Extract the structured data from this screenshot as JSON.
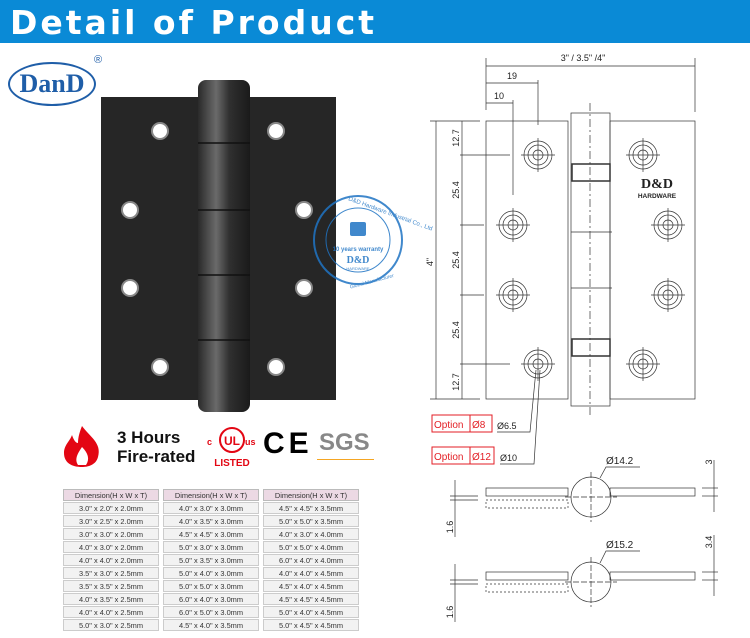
{
  "header": {
    "title": "Detail of Product"
  },
  "logo": {
    "text": "DanD",
    "registered": "®"
  },
  "stamp": {
    "ring_top": "D&D Hardware Industrial Co., Ltd",
    "warranty": "10 years warranty",
    "brand": "D&D",
    "brand_sub": "HARDWARE",
    "ring_bottom": "Global Manufacturer"
  },
  "certs": {
    "fire_line1": "3 Hours",
    "fire_line2": "Fire-rated",
    "ul_c": "c",
    "ul_mark": "UL",
    "ul_us": "us",
    "ul_listed": "LISTED",
    "ce": "CE",
    "sgs": "SGS",
    "fire_color": "#e30613",
    "ul_color": "#e30613"
  },
  "tables": [
    {
      "header": "Dimension(H x W x T)",
      "rows": [
        "3.0\" x 2.0\" x 2.0mm",
        "3.0\" x 2.5\" x 2.0mm",
        "3.0\" x 3.0\" x 2.0mm",
        "4.0\" x 3.0\" x 2.0mm",
        "4.0\" x 4.0\" x 2.0mm",
        "3.5\" x 3.0\" x 2.5mm",
        "3.5\" x 3.5\" x 2.5mm",
        "4.0\" x 3.5\" x 2.5mm",
        "4.0\" x 4.0\" x 2.5mm",
        "5.0\" x 3.0\" x 2.5mm"
      ]
    },
    {
      "header": "Dimension(H x W x T)",
      "rows": [
        "4.0\" x 3.0\" x 3.0mm",
        "4.0\" x 3.5\" x 3.0mm",
        "4.5\" x 4.5\" x 3.0mm",
        "5.0\" x 3.0\" x 3.0mm",
        "5.0\" x 3.5\" x 3.0mm",
        "5.0\" x 4.0\" x 3.0mm",
        "5.0\" x 5.0\" x 3.0mm",
        "6.0\" x 4.0\" x 3.0mm",
        "6.0\" x 5.0\" x 3.0mm",
        "4.5\" x 4.0\" x 3.5mm"
      ]
    },
    {
      "header": "Dimension(H x W x T)",
      "rows": [
        "4.5\" x 4.5\" x 3.5mm",
        "5.0\" x 5.0\" x 3.5mm",
        "4.0\" x 3.0\" x 4.0mm",
        "5.0\" x 5.0\" x 4.0mm",
        "6.0\" x 4.0\" x 4.0mm",
        "4.0\" x 4.0\" x 4.5mm",
        "4.5\" x 4.0\" x 4.5mm",
        "4.5\" x 4.5\" x 4.5mm",
        "5.0\" x 4.0\" x 4.5mm",
        "5.0\" x 4.5\" x 4.5mm"
      ]
    }
  ],
  "drawing": {
    "width_dim": "3\" / 3.5\" /4\"",
    "dim_19": "19",
    "dim_10": "10",
    "height_dim": "4\"",
    "vdims": [
      "12.7",
      "25.4",
      "25.4",
      "25.4",
      "12.7"
    ],
    "brand": "D&D",
    "brand_sub": "HARDWARE",
    "option1": {
      "label": "Option",
      "value": "Ø8",
      "std": "Ø6.5"
    },
    "option2": {
      "label": "Option",
      "value": "Ø12",
      "std": "Ø10"
    },
    "section1": {
      "dia": "Ø14.2",
      "thick": "3",
      "leaf": "1.6"
    },
    "section2": {
      "dia": "Ø15.2",
      "thick": "3.4",
      "leaf": "1.6"
    },
    "option_color": "#e31e24"
  }
}
